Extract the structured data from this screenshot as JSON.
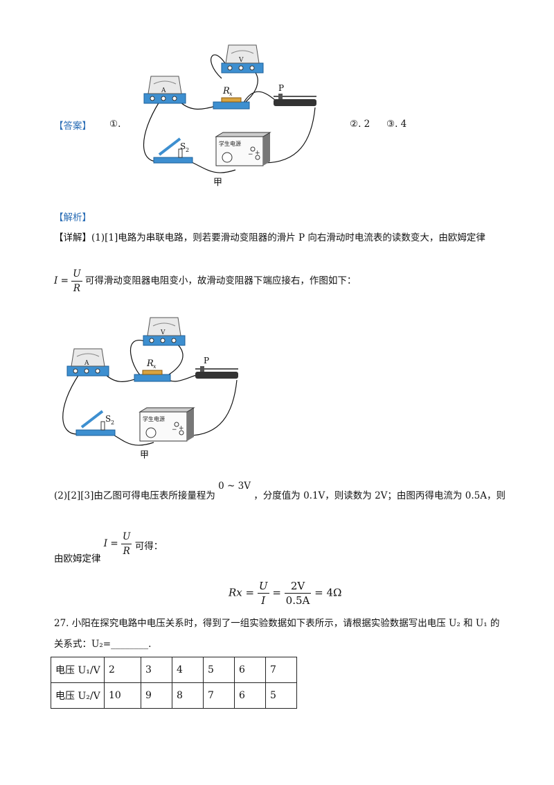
{
  "answer": {
    "tag": "【答案】",
    "item1": "①.",
    "item2": "②. 2",
    "item3": "③. 4"
  },
  "circuit_labels": {
    "ammeter": "A",
    "voltmeter": "V",
    "resistor": "Rx",
    "resistor_main": "R",
    "resistor_sub": "x",
    "slider": "P",
    "switch_main": "S",
    "switch_sub": "2",
    "power": "学生电源",
    "minus": "−",
    "plus": "+",
    "caption": "甲"
  },
  "analysis": {
    "tag": "【解析】",
    "detail_tag": "【详解】",
    "p1": "(1)[1]电路为串联电路，则若要滑动变阻器的滑片 P 向右滑动时电流表的读数变大，由欧姆定律",
    "f1_lhs": "I =",
    "f1_num": "U",
    "f1_den": "R",
    "p1b": "可得滑动变阻器电阻变小，故滑动变阻器下端应接右，作图如下：",
    "p2_pre": "(2)[2][3]由乙图可得电压表所接量程为",
    "p2_range": "0 ~ 3V",
    "p2_post": "，分度值为 0.1V，则读数为 2V；由图丙得电流为 0.5A，则",
    "p3_pre": "由欧姆定律",
    "f2_lhs": "I =",
    "f2_num": "U",
    "f2_den": "R",
    "p3_post": "可得：",
    "eq_lhs": "Rx =",
    "eq_f1_num": "U",
    "eq_f1_den": "I",
    "eq_eq": "=",
    "eq_f2_num": "2V",
    "eq_f2_den": "0.5A",
    "eq_result": "= 4Ω"
  },
  "question27": {
    "line1": "27. 小阳在探究电路中电压关系时，得到了一组实验数据如下表所示，请根据实验数据写出电压 U₂ 和 U₁ 的",
    "line2": "关系式：U₂=________.",
    "table": {
      "rows": [
        {
          "label": "电压 U₁/V",
          "values": [
            "2",
            "3",
            "4",
            "5",
            "6",
            "7"
          ]
        },
        {
          "label": "电压 U₂/V",
          "values": [
            "10",
            "9",
            "8",
            "7",
            "6",
            "5"
          ]
        }
      ]
    }
  }
}
